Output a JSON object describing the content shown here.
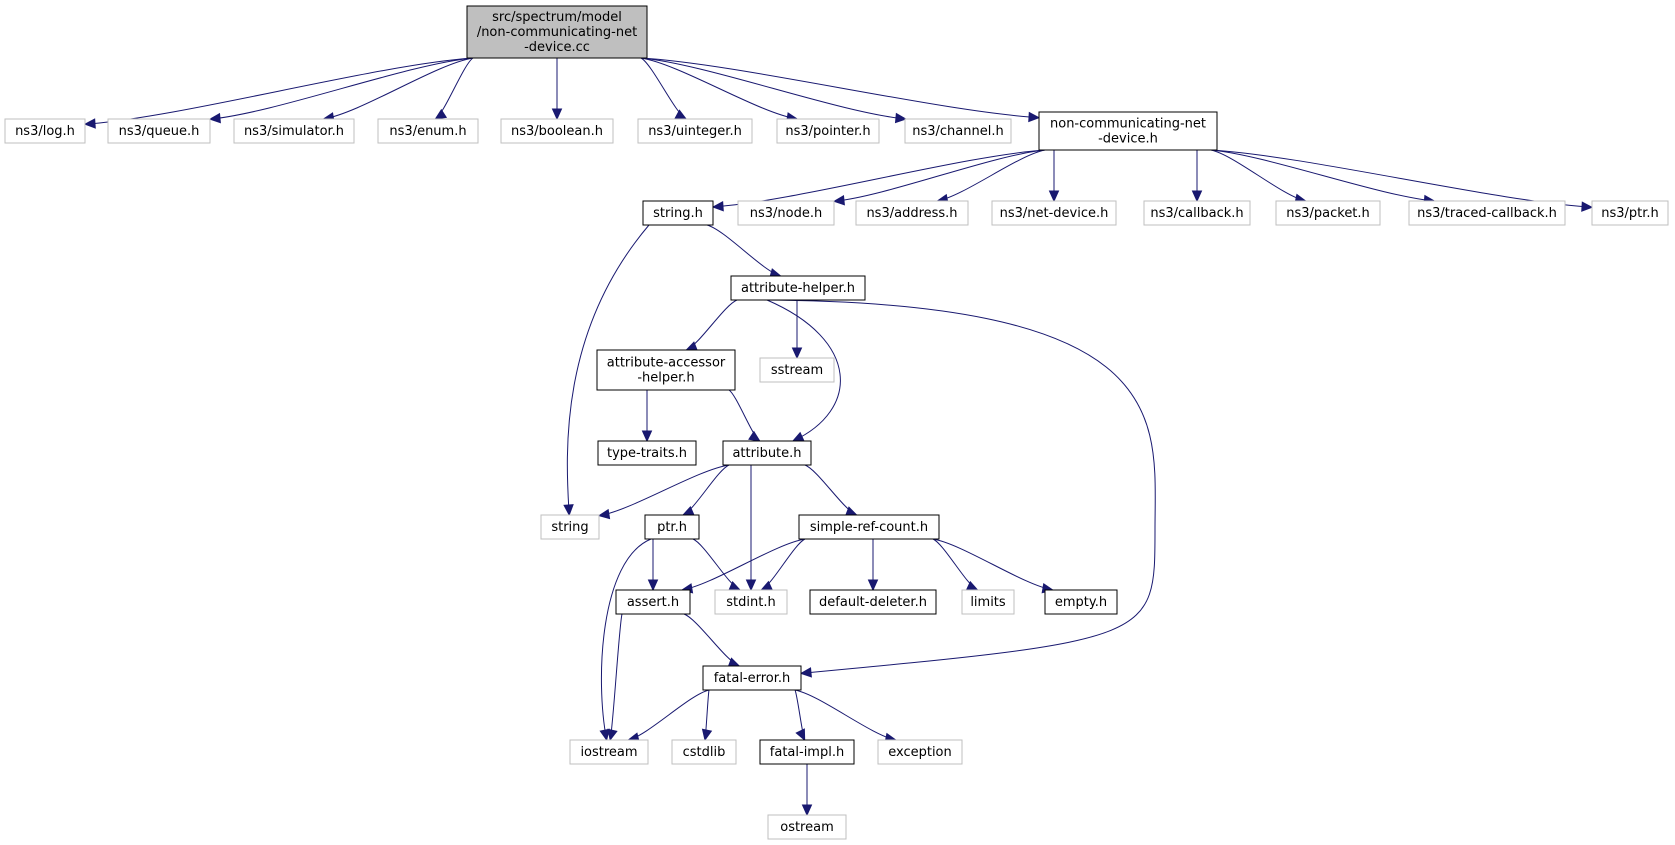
{
  "diagram": {
    "type": "include-dependency-graph",
    "edge_color": "#191970",
    "root_fill": "#bfbfbf",
    "documented_border": "#000000",
    "external_border": "#bfbfbf",
    "nodes": [
      {
        "id": "root",
        "lines": [
          "src/spectrum/model",
          "/non-communicating-net",
          "-device.cc"
        ],
        "kind": "root"
      },
      {
        "id": "log",
        "lines": [
          "ns3/log.h"
        ],
        "kind": "external"
      },
      {
        "id": "queue",
        "lines": [
          "ns3/queue.h"
        ],
        "kind": "external"
      },
      {
        "id": "simulator",
        "lines": [
          "ns3/simulator.h"
        ],
        "kind": "external"
      },
      {
        "id": "enum",
        "lines": [
          "ns3/enum.h"
        ],
        "kind": "external"
      },
      {
        "id": "boolean",
        "lines": [
          "ns3/boolean.h"
        ],
        "kind": "external"
      },
      {
        "id": "uinteger",
        "lines": [
          "ns3/uinteger.h"
        ],
        "kind": "external"
      },
      {
        "id": "pointer",
        "lines": [
          "ns3/pointer.h"
        ],
        "kind": "external"
      },
      {
        "id": "channel",
        "lines": [
          "ns3/channel.h"
        ],
        "kind": "external"
      },
      {
        "id": "ncnd_h",
        "lines": [
          "non-communicating-net",
          "-device.h"
        ],
        "kind": "documented"
      },
      {
        "id": "string_h",
        "lines": [
          "string.h"
        ],
        "kind": "documented"
      },
      {
        "id": "node",
        "lines": [
          "ns3/node.h"
        ],
        "kind": "external"
      },
      {
        "id": "address",
        "lines": [
          "ns3/address.h"
        ],
        "kind": "external"
      },
      {
        "id": "netdevice",
        "lines": [
          "ns3/net-device.h"
        ],
        "kind": "external"
      },
      {
        "id": "callback",
        "lines": [
          "ns3/callback.h"
        ],
        "kind": "external"
      },
      {
        "id": "packet",
        "lines": [
          "ns3/packet.h"
        ],
        "kind": "external"
      },
      {
        "id": "traced",
        "lines": [
          "ns3/traced-callback.h"
        ],
        "kind": "external"
      },
      {
        "id": "ns3ptr",
        "lines": [
          "ns3/ptr.h"
        ],
        "kind": "external"
      },
      {
        "id": "attr_helper",
        "lines": [
          "attribute-helper.h"
        ],
        "kind": "documented"
      },
      {
        "id": "attr_accessor",
        "lines": [
          "attribute-accessor",
          "-helper.h"
        ],
        "kind": "documented"
      },
      {
        "id": "sstream",
        "lines": [
          "sstream"
        ],
        "kind": "external"
      },
      {
        "id": "type_traits",
        "lines": [
          "type-traits.h"
        ],
        "kind": "documented"
      },
      {
        "id": "attribute",
        "lines": [
          "attribute.h"
        ],
        "kind": "documented"
      },
      {
        "id": "string",
        "lines": [
          "string"
        ],
        "kind": "external"
      },
      {
        "id": "ptr",
        "lines": [
          "ptr.h"
        ],
        "kind": "documented"
      },
      {
        "id": "srefcount",
        "lines": [
          "simple-ref-count.h"
        ],
        "kind": "documented"
      },
      {
        "id": "assert",
        "lines": [
          "assert.h"
        ],
        "kind": "documented"
      },
      {
        "id": "stdint",
        "lines": [
          "stdint.h"
        ],
        "kind": "external"
      },
      {
        "id": "deleter",
        "lines": [
          "default-deleter.h"
        ],
        "kind": "documented"
      },
      {
        "id": "limits",
        "lines": [
          "limits"
        ],
        "kind": "external"
      },
      {
        "id": "empty",
        "lines": [
          "empty.h"
        ],
        "kind": "documented"
      },
      {
        "id": "fatal_error",
        "lines": [
          "fatal-error.h"
        ],
        "kind": "documented"
      },
      {
        "id": "iostream",
        "lines": [
          "iostream"
        ],
        "kind": "external"
      },
      {
        "id": "cstdlib",
        "lines": [
          "cstdlib"
        ],
        "kind": "external"
      },
      {
        "id": "fatal_impl",
        "lines": [
          "fatal-impl.h"
        ],
        "kind": "documented"
      },
      {
        "id": "exception",
        "lines": [
          "exception"
        ],
        "kind": "external"
      },
      {
        "id": "ostream",
        "lines": [
          "ostream"
        ],
        "kind": "external"
      }
    ],
    "edges": [
      [
        "root",
        "log"
      ],
      [
        "root",
        "queue"
      ],
      [
        "root",
        "simulator"
      ],
      [
        "root",
        "enum"
      ],
      [
        "root",
        "boolean"
      ],
      [
        "root",
        "uinteger"
      ],
      [
        "root",
        "pointer"
      ],
      [
        "root",
        "channel"
      ],
      [
        "root",
        "ncnd_h"
      ],
      [
        "ncnd_h",
        "string_h"
      ],
      [
        "ncnd_h",
        "node"
      ],
      [
        "ncnd_h",
        "address"
      ],
      [
        "ncnd_h",
        "netdevice"
      ],
      [
        "ncnd_h",
        "callback"
      ],
      [
        "ncnd_h",
        "packet"
      ],
      [
        "ncnd_h",
        "traced"
      ],
      [
        "ncnd_h",
        "ns3ptr"
      ],
      [
        "string_h",
        "attr_helper"
      ],
      [
        "string_h",
        "string"
      ],
      [
        "attr_helper",
        "attr_accessor"
      ],
      [
        "attr_helper",
        "sstream"
      ],
      [
        "attr_helper",
        "attribute"
      ],
      [
        "attr_helper",
        "fatal_error"
      ],
      [
        "attr_accessor",
        "type_traits"
      ],
      [
        "attr_accessor",
        "attribute"
      ],
      [
        "attribute",
        "string"
      ],
      [
        "attribute",
        "ptr"
      ],
      [
        "attribute",
        "stdint"
      ],
      [
        "attribute",
        "srefcount"
      ],
      [
        "ptr",
        "iostream"
      ],
      [
        "ptr",
        "assert"
      ],
      [
        "ptr",
        "stdint"
      ],
      [
        "srefcount",
        "assert"
      ],
      [
        "srefcount",
        "stdint"
      ],
      [
        "srefcount",
        "deleter"
      ],
      [
        "srefcount",
        "limits"
      ],
      [
        "srefcount",
        "empty"
      ],
      [
        "assert",
        "iostream"
      ],
      [
        "assert",
        "fatal_error"
      ],
      [
        "fatal_error",
        "iostream"
      ],
      [
        "fatal_error",
        "cstdlib"
      ],
      [
        "fatal_error",
        "fatal_impl"
      ],
      [
        "fatal_error",
        "exception"
      ],
      [
        "fatal_impl",
        "ostream"
      ]
    ]
  }
}
